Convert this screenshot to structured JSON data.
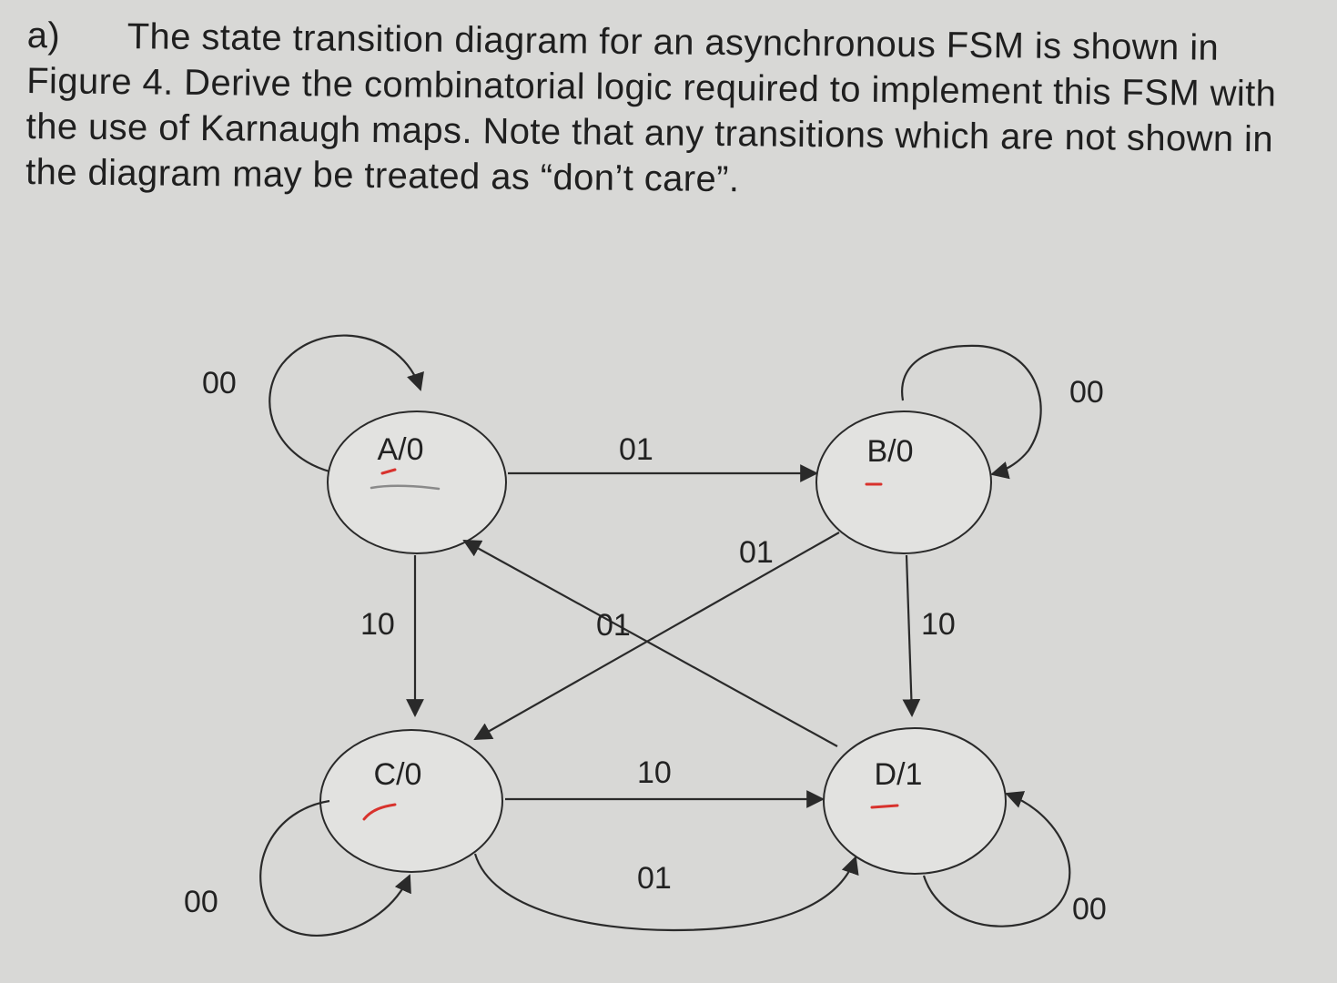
{
  "question": {
    "part": "a)",
    "text": "The state transition diagram for an asynchronous FSM is shown in Figure 4. Derive the combinatorial logic required to implement this FSM with the use of Karnaugh maps. Note that any transitions which are not shown in the diagram may be treated as “don’t care”."
  },
  "diagram": {
    "states": [
      {
        "id": "A",
        "label": "A/0"
      },
      {
        "id": "B",
        "label": "B/0"
      },
      {
        "id": "C",
        "label": "C/0"
      },
      {
        "id": "D",
        "label": "D/1"
      }
    ],
    "transitions": [
      {
        "from": "A",
        "to": "A",
        "input": "00"
      },
      {
        "from": "A",
        "to": "B",
        "input": "01"
      },
      {
        "from": "A",
        "to": "C",
        "input": "10"
      },
      {
        "from": "B",
        "to": "B",
        "input": "00"
      },
      {
        "from": "B",
        "to": "C",
        "input": "01"
      },
      {
        "from": "B",
        "to": "D",
        "input": "10"
      },
      {
        "from": "C",
        "to": "C",
        "input": "00"
      },
      {
        "from": "C",
        "to": "D",
        "input": "10"
      },
      {
        "from": "C",
        "to": "D",
        "input": "01"
      },
      {
        "from": "D",
        "to": "A",
        "input": "01"
      },
      {
        "from": "D",
        "to": "D",
        "input": "00"
      }
    ]
  }
}
